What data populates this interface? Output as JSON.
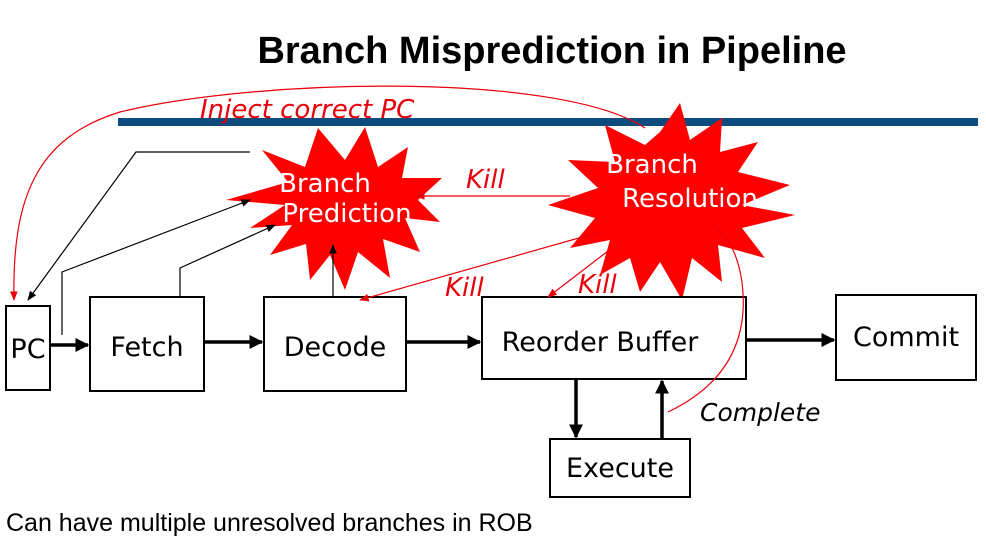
{
  "title": "Branch Misprediction in Pipeline",
  "colors": {
    "bar": "#0d4a7e",
    "star": "#ff0000",
    "red_text": "#e8000b"
  },
  "boxes": {
    "pc": "PC",
    "fetch": "Fetch",
    "decode": "Decode",
    "rob": "Reorder Buffer",
    "commit": "Commit",
    "execute": "Execute"
  },
  "stars": {
    "prediction": [
      "Branch",
      "Prediction"
    ],
    "resolution": [
      "Branch",
      "Resolution"
    ]
  },
  "labels": {
    "inject": "Inject correct PC",
    "kill_top": "Kill",
    "kill_decode": "Kill",
    "kill_rob": "Kill",
    "complete": "Complete"
  },
  "footnote": "Can have multiple unresolved branches in ROB"
}
